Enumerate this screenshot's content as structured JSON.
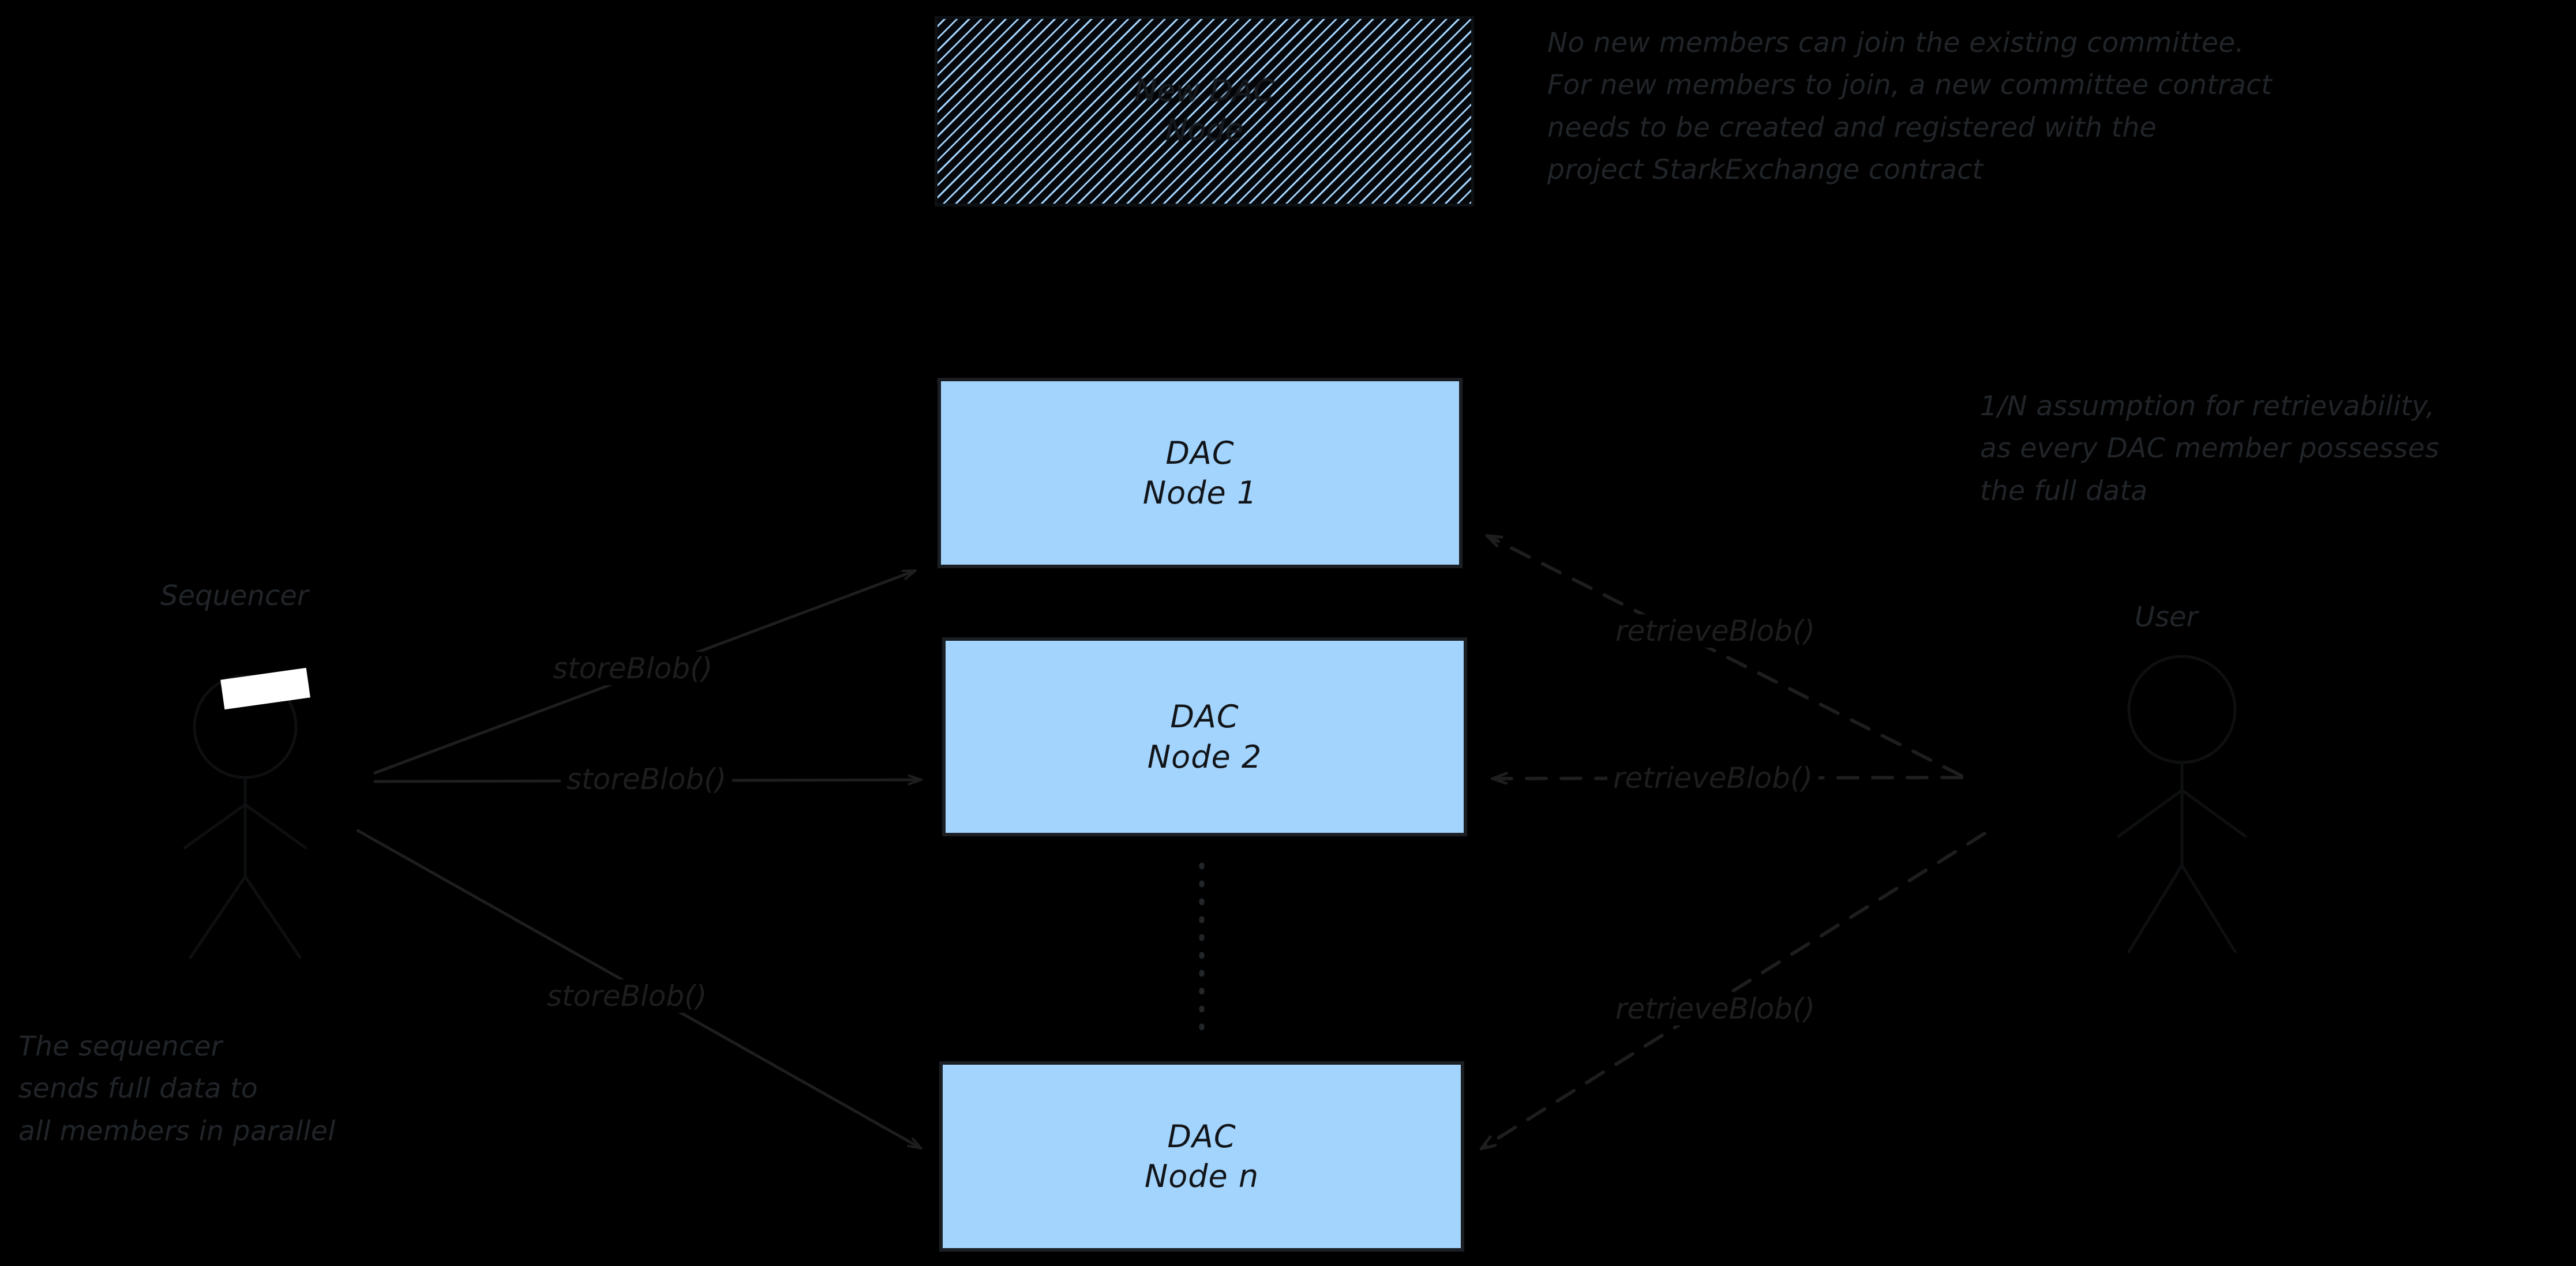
{
  "diagram": {
    "title_hidden": "",
    "background_color": "#000000",
    "ink_color": "#1e1e1e",
    "node_fill_color": "#a3d4fd",
    "node_border_color": "#1b1f23"
  },
  "actors": {
    "sequencer": {
      "label": "Sequencer",
      "icon": "stick-figure"
    },
    "user": {
      "label": "User",
      "icon": "stick-figure"
    }
  },
  "new_node": {
    "line1": "New DAC",
    "line2": "Node",
    "style": "hatched"
  },
  "nodes": [
    {
      "line1": "DAC",
      "line2": "Node 1"
    },
    {
      "line1": "DAC",
      "line2": "Node 2"
    },
    {
      "line1": "DAC",
      "line2": "Node n"
    }
  ],
  "ellipsis": "vertical-dotted-line",
  "store_edges": [
    {
      "label": "storeBlob()"
    },
    {
      "label": "storeBlob()"
    },
    {
      "label": "storeBlob()"
    }
  ],
  "retrieve_edges": [
    {
      "label": "retrieveBlob()"
    },
    {
      "label": "retrieveBlob()"
    },
    {
      "label": "retrieveBlob()"
    }
  ],
  "notes": {
    "committee": "No new members can join the existing committee.\nFor new members to join, a new committee contract\nneeds to be created and registered with the\nproject StarkExchange contract",
    "retrievability": "1/N assumption for retrievability,\nas every DAC member possesses\nthe full data",
    "sequencer": "The sequencer\nsends full data to\nall members in parallel"
  }
}
